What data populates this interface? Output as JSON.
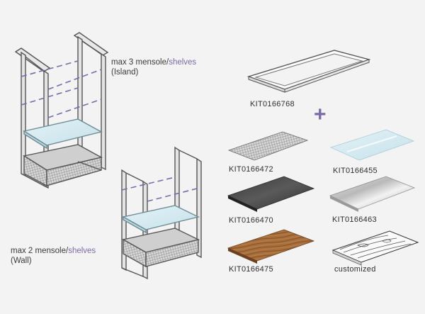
{
  "annotations": {
    "island": {
      "line1_a": "max 3 mensole/",
      "line1_b": "shelves",
      "line2": "(Island)"
    },
    "wall": {
      "line1_a": "max 2 mensole/",
      "line1_b": "shelves",
      "line2": "(Wall)"
    }
  },
  "plus_symbol": "+",
  "accent_color": "#7a6aa8",
  "frame_kit": "KIT0166768",
  "kits": [
    {
      "code": "KIT0166472",
      "finish": "textured-grey"
    },
    {
      "code": "KIT0166455",
      "finish": "clear-glass"
    },
    {
      "code": "KIT0166470",
      "finish": "dark-steel"
    },
    {
      "code": "KIT0166463",
      "finish": "brushed-metal"
    },
    {
      "code": "KIT0166475",
      "finish": "wood"
    },
    {
      "code": "customized",
      "finish": "custom-sketch"
    }
  ]
}
